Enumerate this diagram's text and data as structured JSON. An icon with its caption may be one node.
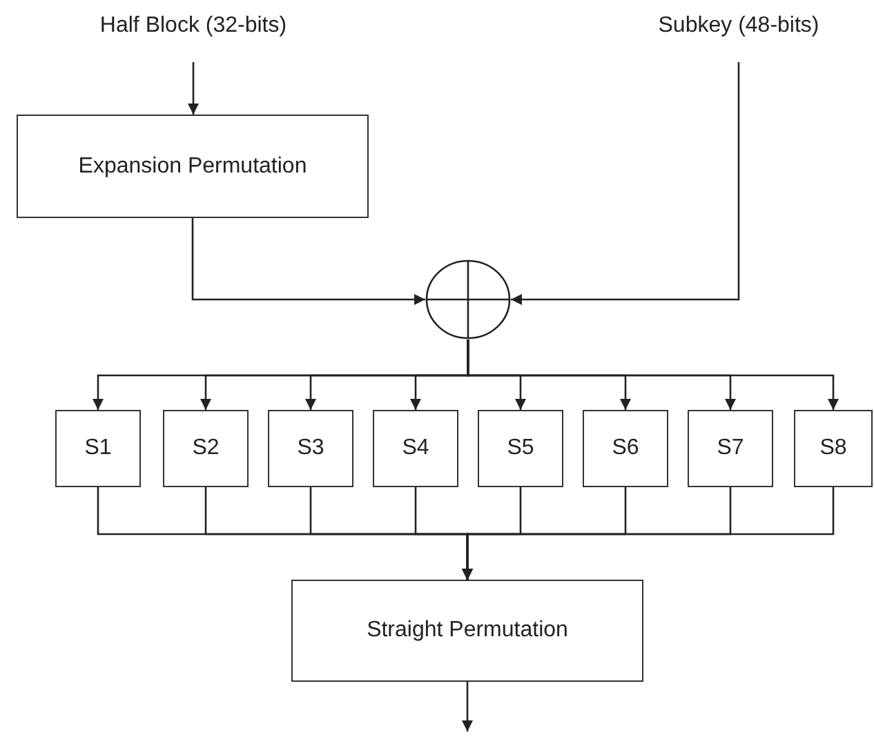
{
  "diagram": {
    "nodes": [
      {
        "text": [
          "Half Block (32-bits)"
        ]
      },
      {
        "text": [
          "Subkey (48-bits)"
        ]
      },
      {
        "text": [
          "Expansion Permutation"
        ]
      },
      {
        "text": [],
        "shape": "circle"
      },
      {
        "text": [
          "S1"
        ]
      },
      {
        "text": [
          "S2"
        ]
      },
      {
        "text": [
          "S3"
        ]
      },
      {
        "text": [
          "S4"
        ]
      },
      {
        "text": [
          "S5"
        ]
      },
      {
        "text": [
          "S6"
        ]
      },
      {
        "text": [
          "S7"
        ]
      },
      {
        "text": [
          "S8"
        ]
      },
      {
        "text": [
          "Straight Permutation"
        ]
      }
    ],
    "edges": [
      {
        "from": 0,
        "to": 2,
        "arrow": "to"
      },
      {
        "from": 2,
        "to": 3,
        "arrow": "to"
      },
      {
        "from": 1,
        "to": 3,
        "arrow": "to"
      },
      {
        "from": 3,
        "to": 4,
        "arrow": "to"
      },
      {
        "from": 3,
        "to": 5,
        "arrow": "to"
      },
      {
        "from": 3,
        "to": 6,
        "arrow": "to"
      },
      {
        "from": 3,
        "to": 7,
        "arrow": "to"
      },
      {
        "from": 3,
        "to": 8,
        "arrow": "to"
      },
      {
        "from": 3,
        "to": 9,
        "arrow": "to"
      },
      {
        "from": 3,
        "to": 10,
        "arrow": "to"
      },
      {
        "from": 3,
        "to": 11,
        "arrow": "to"
      },
      {
        "from": 4,
        "to": 12,
        "arrow": "to"
      },
      {
        "from": 5,
        "to": 12,
        "arrow": "to"
      },
      {
        "from": 6,
        "to": 12,
        "arrow": "to"
      },
      {
        "from": 7,
        "to": 12,
        "arrow": "to"
      },
      {
        "from": 8,
        "to": 12,
        "arrow": "to"
      },
      {
        "from": 9,
        "to": 12,
        "arrow": "to"
      },
      {
        "from": 10,
        "to": 12,
        "arrow": "to"
      },
      {
        "from": 11,
        "to": 12,
        "arrow": "to"
      },
      {
        "from": 12,
        "to": null,
        "arrow": "to"
      }
    ]
  }
}
